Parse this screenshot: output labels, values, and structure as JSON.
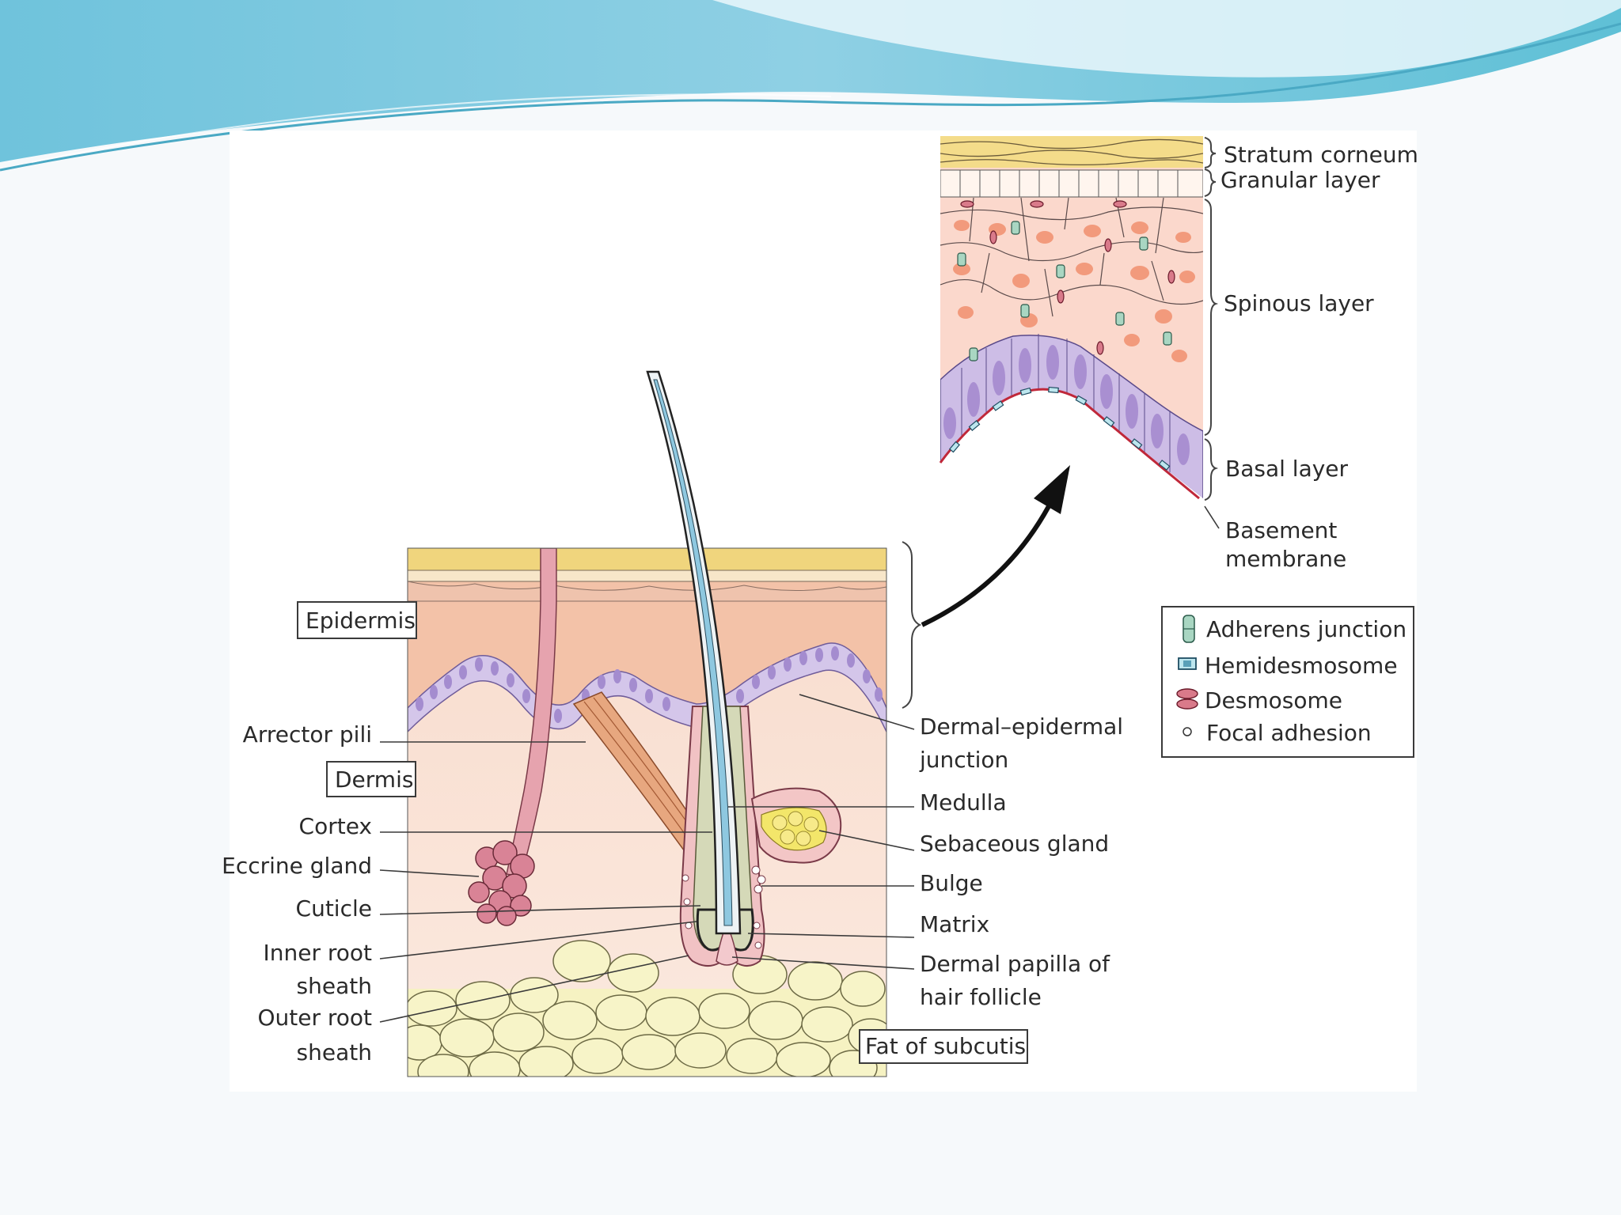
{
  "diagram": {
    "boxed_labels": {
      "epidermis": "Epidermis",
      "dermis": "Dermis",
      "fat": "Fat of subcutis"
    },
    "left_labels": {
      "arrector_pili": "Arrector pili",
      "cortex": "Cortex",
      "eccrine_gland": "Eccrine gland",
      "cuticle": "Cuticle",
      "inner_root_1": "Inner root",
      "inner_root_2": "sheath",
      "outer_root_1": "Outer root",
      "outer_root_2": "sheath"
    },
    "right_labels": {
      "dej_1": "Dermal–epidermal",
      "dej_2": "junction",
      "medulla": "Medulla",
      "sebaceous": "Sebaceous gland",
      "bulge": "Bulge",
      "matrix": "Matrix",
      "papilla_1": "Dermal papilla of",
      "papilla_2": "hair follicle"
    },
    "inset_labels": {
      "stratum_corneum": "Stratum corneum",
      "granular": "Granular layer",
      "spinous": "Spinous layer",
      "basal": "Basal layer",
      "basement_1": "Basement",
      "basement_2": "membrane"
    },
    "legend": [
      {
        "label": "Adherens junction",
        "icon": "adherens-junction-icon"
      },
      {
        "label": "Hemidesmosome",
        "icon": "hemidesmosome-icon"
      },
      {
        "label": "Desmosome",
        "icon": "desmosome-icon"
      },
      {
        "label": "Focal adhesion",
        "icon": "focal-adhesion-icon"
      }
    ]
  },
  "colors": {
    "header_teal": "#7cc9dd",
    "skin_pink": "#f6c9b0",
    "dermis_pink": "#f9ded0",
    "basal_lilac": "#cdbde6",
    "nucleus_purple": "#a98fd1",
    "fat_yellow": "#f6f2c2",
    "hair_blue": "#8ec8e0",
    "muscle_orange": "#e7a77f",
    "gland_pink": "#d98396",
    "stratum_yellow": "#f4dc8a",
    "spinous_nucleus": "#f29a7c"
  }
}
